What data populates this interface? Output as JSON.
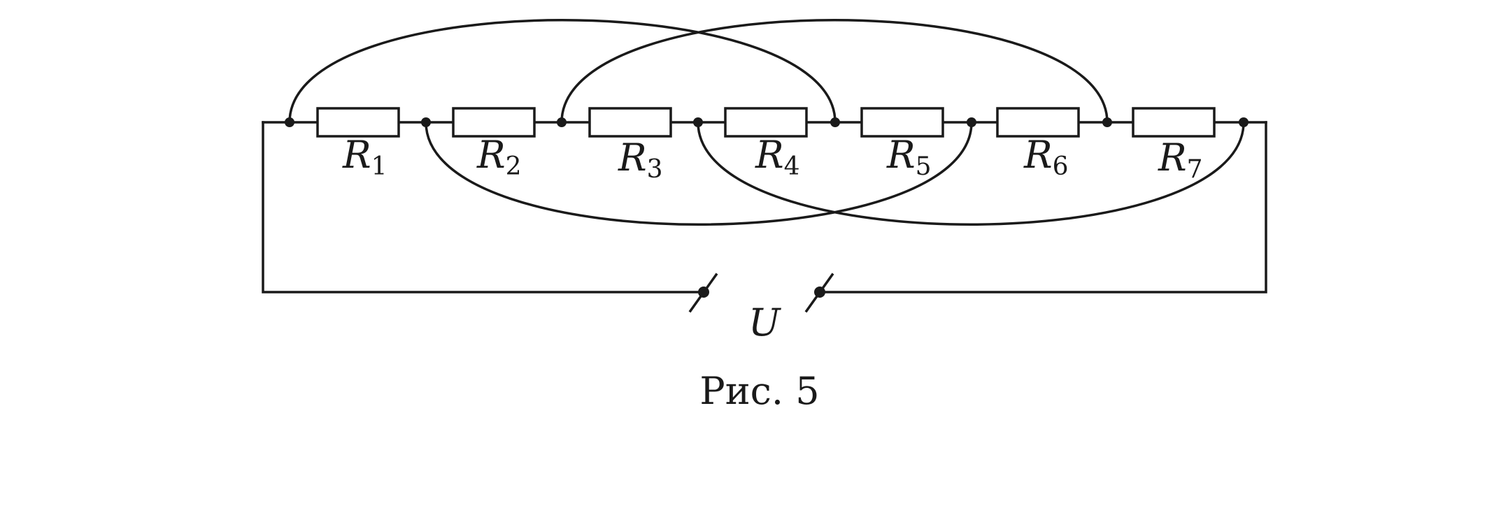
{
  "resistors": [
    {
      "letter": "R",
      "sub": "1"
    },
    {
      "letter": "R",
      "sub": "2"
    },
    {
      "letter": "R",
      "sub": "3"
    },
    {
      "letter": "R",
      "sub": "4"
    },
    {
      "letter": "R",
      "sub": "5"
    },
    {
      "letter": "R",
      "sub": "6"
    },
    {
      "letter": "R",
      "sub": "7"
    }
  ],
  "source_label": "U",
  "caption": "Рис. 5"
}
